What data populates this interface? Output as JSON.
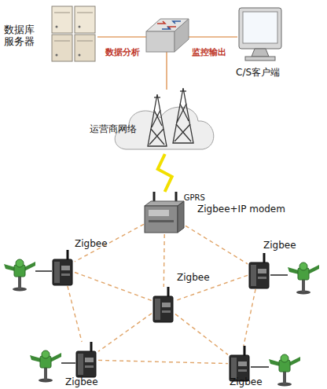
{
  "diagram": {
    "nodes": [
      {
        "text": [
          "数据库服务器"
        ]
      },
      {
        "text": [
          "C/S客户端"
        ]
      },
      {
        "text": [
          "运营商网络"
        ]
      },
      {
        "text": [
          "Zigbee+IP modem"
        ]
      },
      {
        "text": [
          "Zigbee"
        ]
      },
      {
        "text": [
          "Zigbee"
        ]
      },
      {
        "text": [
          "Zigbee"
        ]
      },
      {
        "text": [
          "Zigbee"
        ]
      },
      {
        "text": [
          "Zigbee"
        ]
      }
    ],
    "edges": [
      {
        "from": 3,
        "to": 2,
        "label": "GPRS",
        "arrow": "none"
      },
      {
        "from": 3,
        "to": 4,
        "arrow": "none"
      },
      {
        "from": 3,
        "to": 5,
        "arrow": "none"
      },
      {
        "from": 3,
        "to": 6,
        "arrow": "none"
      },
      {
        "from": 4,
        "to": 6,
        "arrow": "none"
      },
      {
        "from": 5,
        "to": 6,
        "arrow": "none"
      },
      {
        "from": 4,
        "to": 7,
        "arrow": "none"
      },
      {
        "from": 5,
        "to": 8,
        "arrow": "none"
      },
      {
        "from": 6,
        "to": 7,
        "arrow": "none"
      },
      {
        "from": 6,
        "to": 8,
        "arrow": "none"
      },
      {
        "from": 7,
        "to": 8,
        "arrow": "none"
      }
    ],
    "labels": [
      "数据分析",
      "监控输出"
    ]
  }
}
